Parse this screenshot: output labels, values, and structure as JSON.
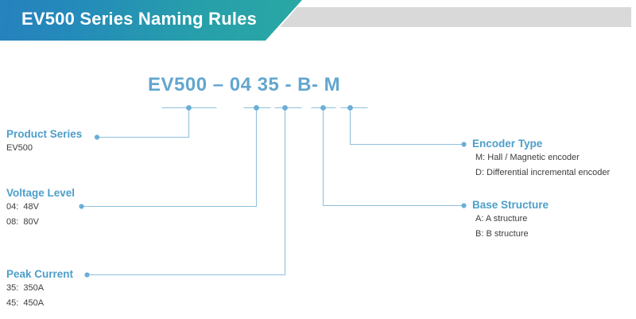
{
  "header": {
    "title": "EV500 Series Naming Rules",
    "gradient_start": "#2781bd",
    "gradient_end": "#29a8a5",
    "accent_bar_color": "#d9d9d9"
  },
  "model_code": {
    "full": "EV500 – 04 35 - B- M",
    "color": "#63a6ce",
    "segments": [
      "EV500",
      "04",
      "35",
      "B",
      "M"
    ]
  },
  "colors": {
    "heading": "#4d9ec9",
    "body_text": "#3c3c3c",
    "connector": "#7fb8d8"
  },
  "legend": {
    "left": [
      {
        "key": "product-series",
        "title": "Product Series",
        "options": [
          "EV500"
        ]
      },
      {
        "key": "voltage-level",
        "title": "Voltage Level",
        "options": [
          "04:  48V",
          "08:  80V"
        ]
      },
      {
        "key": "peak-current",
        "title": "Peak Current",
        "options": [
          "35:  350A",
          "45:  450A"
        ]
      }
    ],
    "right": [
      {
        "key": "encoder-type",
        "title": "Encoder Type",
        "options": [
          "M: Hall / Magnetic encoder",
          "D: Differential incremental encoder"
        ]
      },
      {
        "key": "base-structure",
        "title": "Base Structure",
        "options": [
          "A: A structure",
          "B: B structure"
        ]
      }
    ]
  }
}
